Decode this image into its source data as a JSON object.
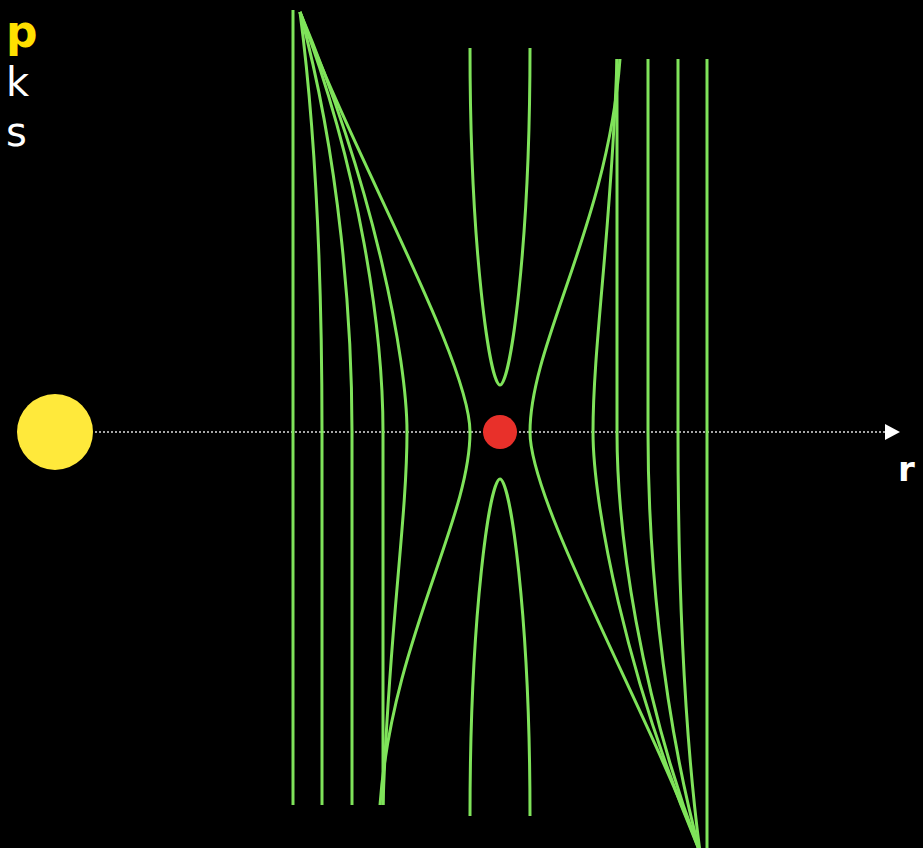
{
  "diagram": {
    "labels": [
      "p",
      "k",
      "s",
      "r"
    ]
  }
}
